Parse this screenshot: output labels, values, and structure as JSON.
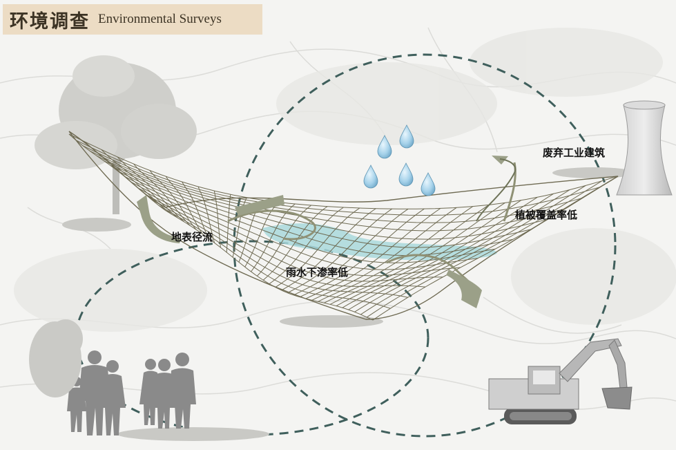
{
  "header": {
    "title_cn": "环境调查",
    "title_en": "Environmental Surveys"
  },
  "labels": {
    "surface_runoff": "地表径流",
    "low_infiltration": "雨水下渗率低",
    "low_vegetation": "植被覆盖率低",
    "abandoned_buildings": "废弃工业建筑"
  },
  "colors": {
    "title_bg": "#ecdcc4",
    "circle_stroke": "#3f5f5c",
    "mesh_stroke": "#6e6a52",
    "water_fill": "#a9d8dc",
    "arrow_fill": "#9ba088",
    "drop_fill": "#9ecbe4",
    "silhouette": "#8a8a8a"
  },
  "icons": [
    "tree-icon",
    "water-drop-icon",
    "cooling-tower-icon",
    "excavator-icon",
    "people-silhouette-icon"
  ]
}
